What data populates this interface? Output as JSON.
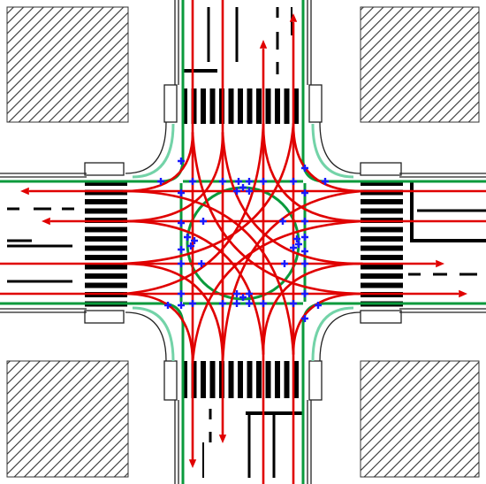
{
  "diagram": {
    "kind": "intersection-conflict-diagram",
    "legend": [],
    "colors": {
      "background": "#ffffff",
      "curb": "#222222",
      "building_hatch": "#333333",
      "building_fill": "#ffffff",
      "crosswalk": "#000000",
      "lane_marking": "#000000",
      "vehicle_path": "#e00000",
      "bike_path": "#0a9a3c",
      "bike_path_light": "#73d3a8",
      "conflict_point": "#1a1aff"
    },
    "buildings": [
      "north-west",
      "north-east",
      "south-west",
      "south-east"
    ],
    "approaches": [
      "north",
      "south",
      "west",
      "east"
    ],
    "icons": {
      "arrowhead": "triangle-arrowhead",
      "conflict_point": "plus-marker"
    }
  }
}
